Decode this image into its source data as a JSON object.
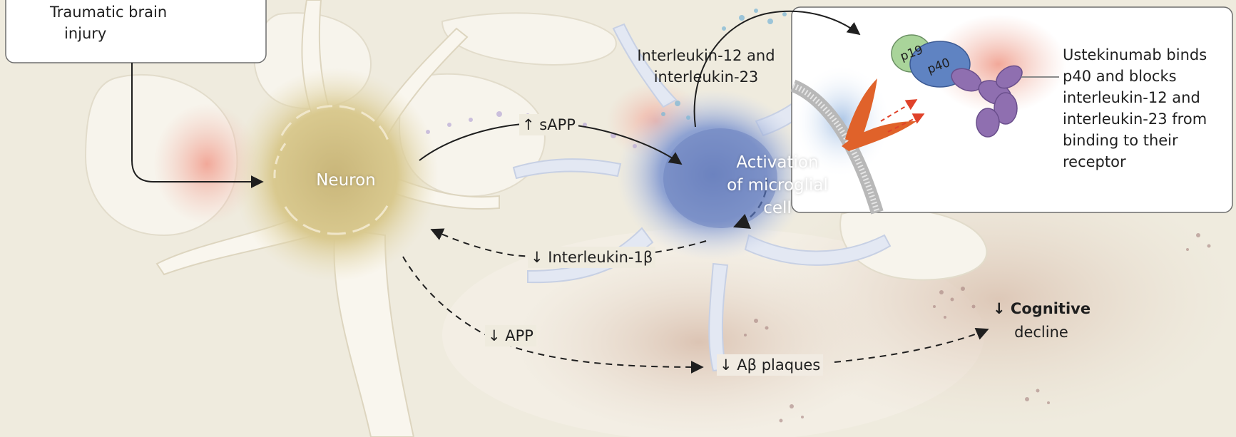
{
  "trigger_box": {
    "line1": "Traumatic brain",
    "line2": "injury"
  },
  "neuron": {
    "label": "Neuron"
  },
  "microglia": {
    "line1": "Activation",
    "line2": "of microglial",
    "line3": "cell"
  },
  "labels": {
    "sapp": "↑ sAPP",
    "interleukin_line1": "Interleukin-12 and",
    "interleukin_line2": "interleukin-23",
    "il1b": "↓ Interleukin-1β",
    "app": "↓ APP",
    "abeta": "↓ Aβ plaques",
    "cognitive_line1": "↓ Cognitive",
    "cognitive_line2": "decline"
  },
  "inset": {
    "p19": "p19",
    "p40": "p40",
    "text_lines": [
      "Ustekinumab binds",
      "p40 and blocks",
      "interleukin-12 and",
      "interleukin-23 from",
      "binding to their",
      "receptor"
    ]
  },
  "colors": {
    "background": "#efebde",
    "neuron": "#d6c48a",
    "microglia": "#7d93c7",
    "inflammation": "#f2b2a4",
    "arrow": "#1f1f1f",
    "drug": "#8f6fb0",
    "receptor": "#e0622a"
  }
}
